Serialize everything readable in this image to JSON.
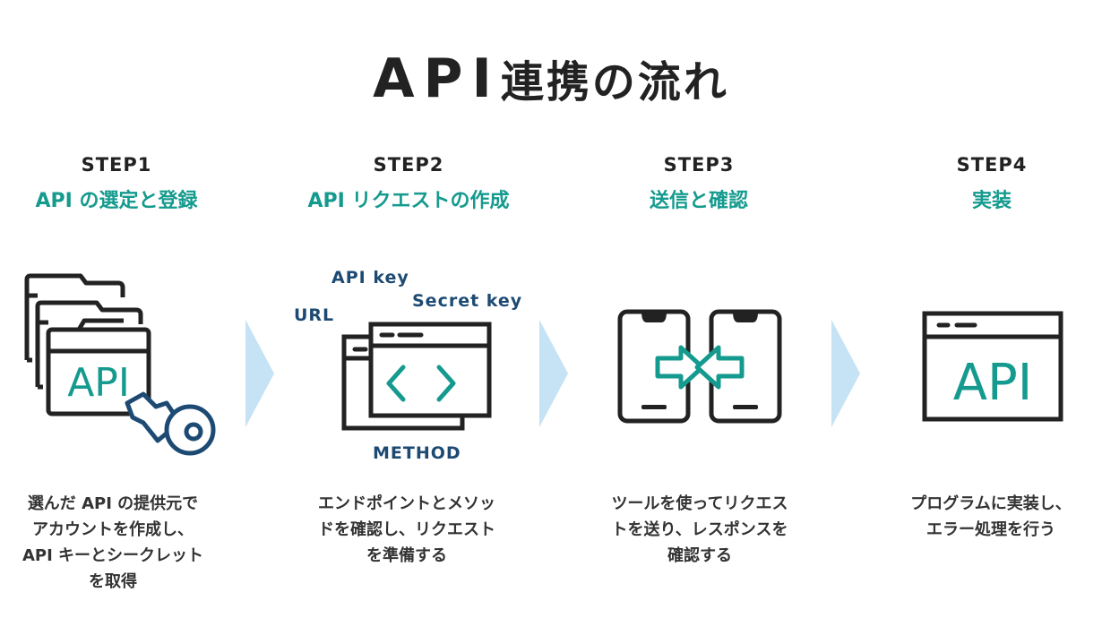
{
  "title": {
    "api": "API",
    "rest": "連携の流れ"
  },
  "colors": {
    "accent": "#149a8e",
    "arrow": "#c5e3f4",
    "label": "#1d4a73",
    "outline": "#222222"
  },
  "steps": [
    {
      "num": "STEP1",
      "name": "API の選定と登録",
      "desc": [
        "選んだ API の提供元で",
        "アカウントを作成し、",
        "API キーとシークレット",
        "を取得"
      ],
      "icon": "api-key-windows"
    },
    {
      "num": "STEP2",
      "name": "API リクエストの作成",
      "desc": [
        "エンドポイントとメソッ",
        "ドを確認し、リクエスト",
        "を準備する"
      ],
      "icon": "code-windows"
    },
    {
      "num": "STEP3",
      "name": "送信と確認",
      "desc": [
        "ツールを使ってリクエス",
        "トを送り、レスポンスを",
        "確認する"
      ],
      "icon": "phones-exchange"
    },
    {
      "num": "STEP4",
      "name": "実装",
      "desc": [
        "プログラムに実装し、",
        "エラー処理を行う"
      ],
      "icon": "api-browser-window"
    }
  ],
  "icon_labels": {
    "step1_api": "API",
    "step2_api_key": "API key",
    "step2_secret_key": "Secret key",
    "step2_url": "URL",
    "step2_method": "METHOD",
    "step4_api": "API"
  }
}
